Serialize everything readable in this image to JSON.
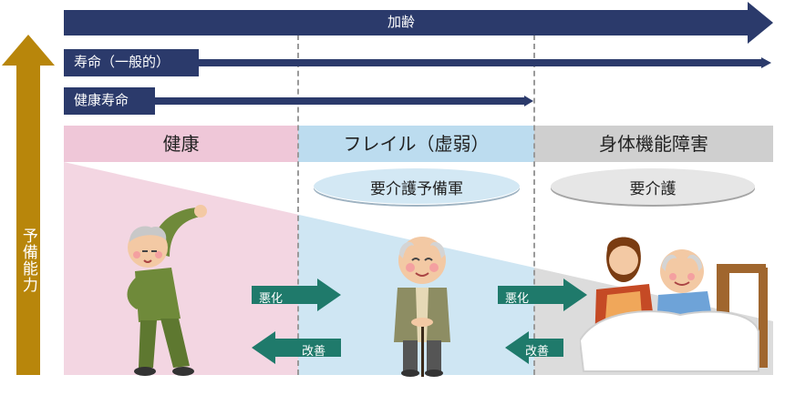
{
  "bars": {
    "aging": "加齢",
    "lifespan": "寿命（一般的）",
    "healthy_lifespan": "健康寿命"
  },
  "axis": {
    "label": "予備能力"
  },
  "columns": [
    {
      "title": "健康"
    },
    {
      "title": "フレイル（虚弱）"
    },
    {
      "title": "身体機能障害"
    }
  ],
  "pills": {
    "frail": "要介護予備軍",
    "disabled": "要介護"
  },
  "arrows": {
    "worsen1": "悪化",
    "improve1": "改善",
    "worsen2": "悪化",
    "improve2": "改善"
  },
  "icons": {
    "health_figure": "elderly-man-stretching-icon",
    "frail_figure": "elderly-man-with-cane-icon",
    "disabled_figure": "caregiver-with-bedridden-elder-icon"
  },
  "colors": {
    "navy": "#2b3a6b",
    "gold": "#b8860b",
    "pink": "#f2d2df",
    "blue": "#cfe6f3",
    "gray": "#d9d9d9",
    "teal": "#1f7a6b"
  }
}
